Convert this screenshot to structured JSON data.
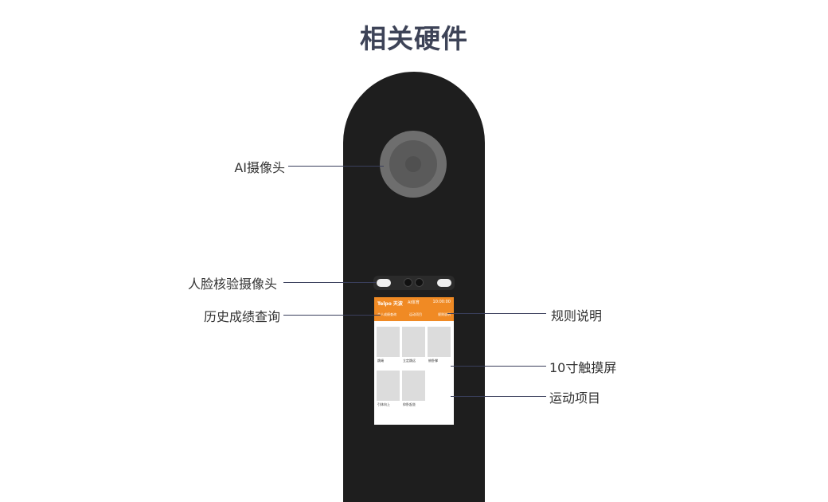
{
  "title": "相关硬件",
  "labels": {
    "ai_camera": "AI摄像头",
    "face_camera": "人脸核验摄像头",
    "history": "历史成绩查询",
    "rules": "规则说明",
    "touchscreen": "10寸触摸屏",
    "sports": "运动项目"
  },
  "screen": {
    "brand": "Telpo 天波",
    "app_title": "AI体育",
    "time": "10:00:00",
    "tabs": [
      "个人成绩查询",
      "运动项目",
      "规则说明"
    ],
    "items": [
      "跳绳",
      "立定跳远",
      "俯卧撑",
      "引体向上",
      "仰卧起坐"
    ]
  },
  "colors": {
    "accent": "#f08a24",
    "device": "#1e1e1e",
    "line": "#3a3f5c"
  }
}
